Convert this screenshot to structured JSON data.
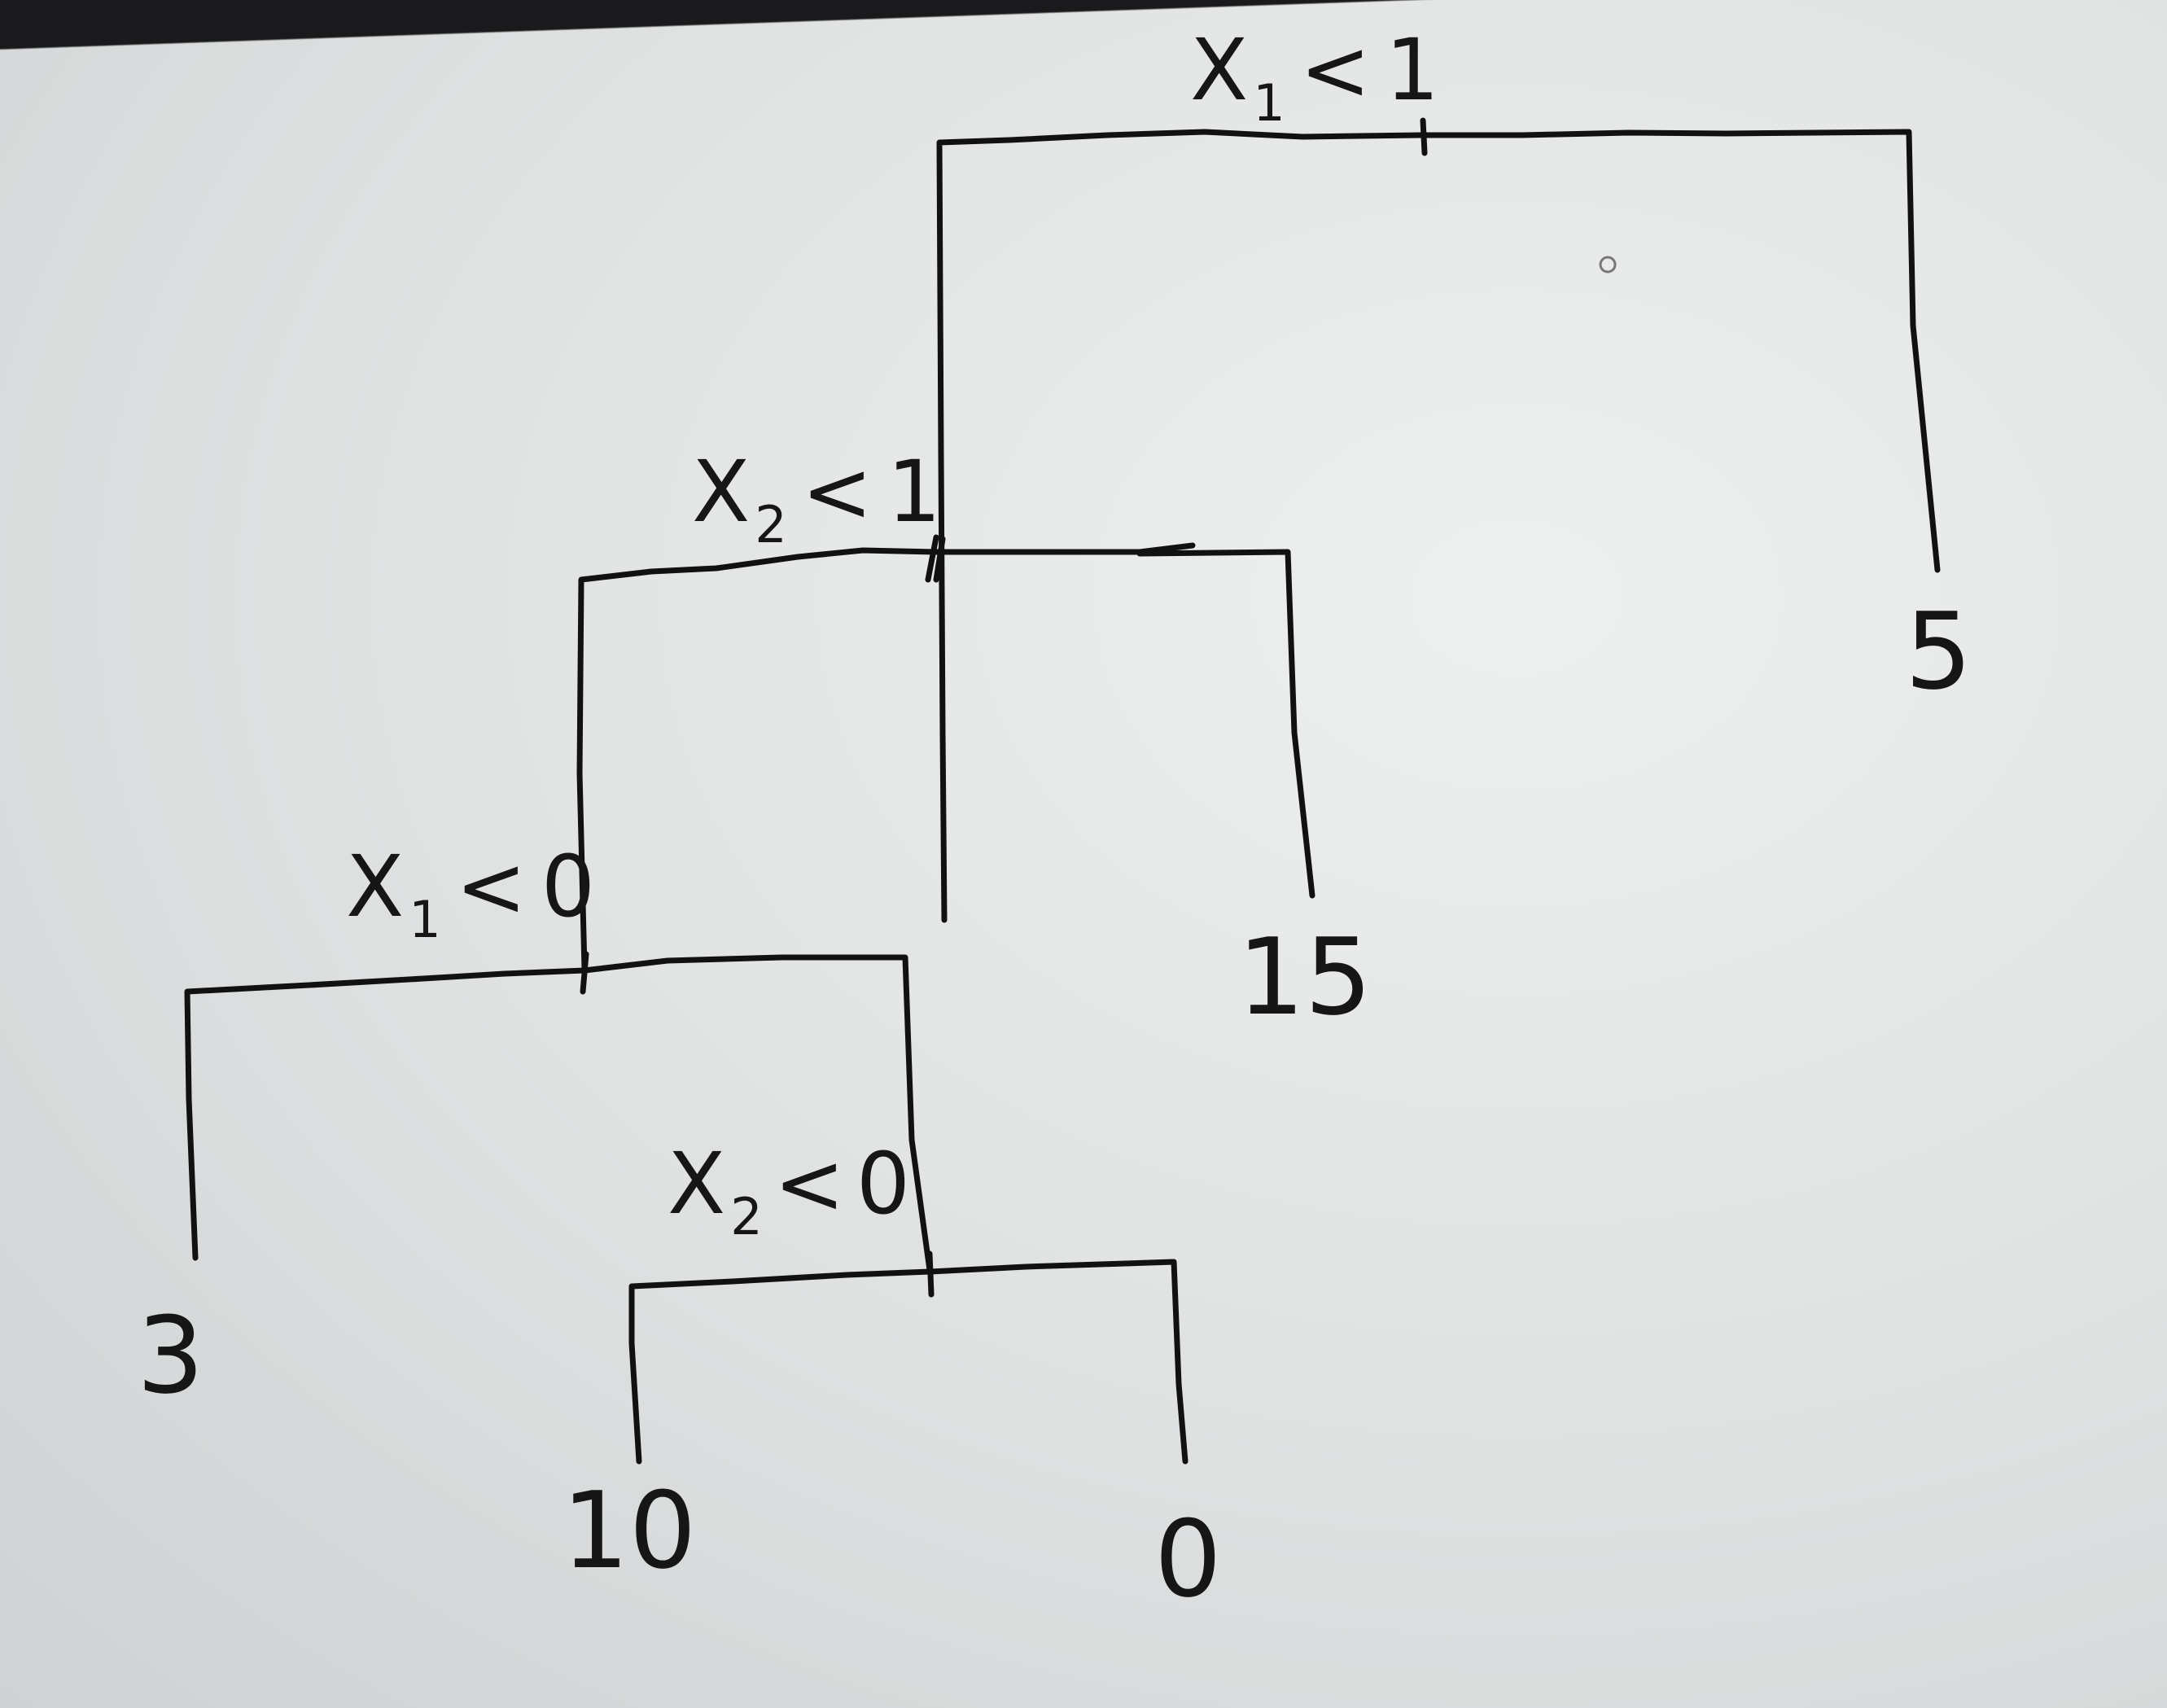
{
  "diagram": {
    "type": "decision-tree",
    "nodes": {
      "root": {
        "var": "X",
        "sub": "1",
        "op": "<",
        "threshold": "1"
      },
      "n2": {
        "var": "X",
        "sub": "2",
        "op": "<",
        "threshold": "1"
      },
      "n3": {
        "var": "X",
        "sub": "1",
        "op": "<",
        "threshold": "0"
      },
      "n4": {
        "var": "X",
        "sub": "2",
        "op": "<",
        "threshold": "0"
      }
    },
    "leaves": {
      "leaf_a": "3",
      "leaf_b": "10",
      "leaf_c": "0",
      "leaf_d": "15",
      "leaf_e": "5"
    },
    "edges": [
      [
        "root",
        "n2"
      ],
      [
        "root",
        "leaf_e"
      ],
      [
        "n2",
        "n3"
      ],
      [
        "n2",
        "leaf_d"
      ],
      [
        "n3",
        "leaf_a"
      ],
      [
        "n3",
        "n4"
      ],
      [
        "n4",
        "leaf_b"
      ],
      [
        "n4",
        "leaf_c"
      ]
    ]
  }
}
